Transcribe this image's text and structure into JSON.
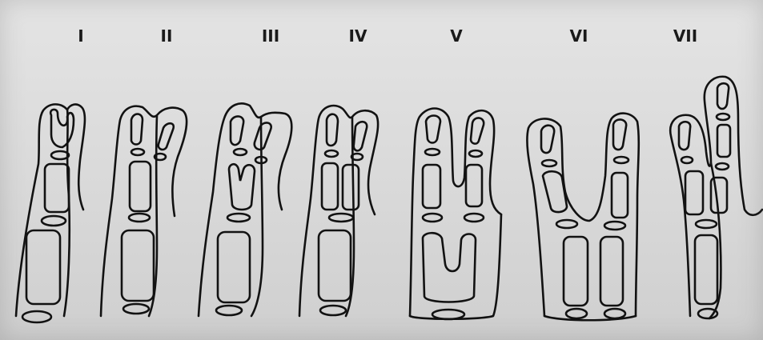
{
  "labels": [
    "I",
    "II",
    "III",
    "IV",
    "V",
    "VI",
    "VII"
  ],
  "colors": {
    "ink": "#121212",
    "paper": "#dcdcdc"
  }
}
